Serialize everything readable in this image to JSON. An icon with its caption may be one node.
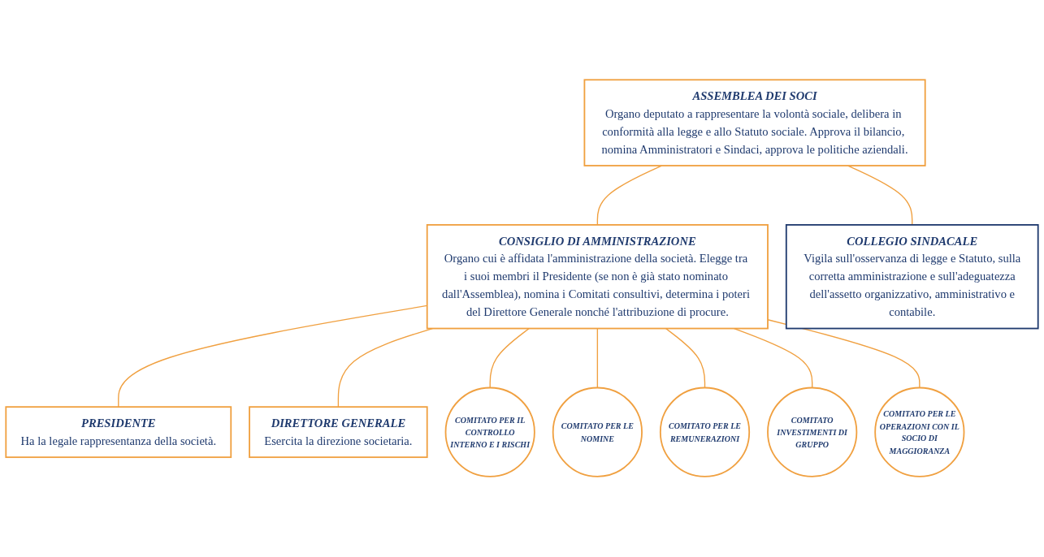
{
  "diagram": {
    "nodes": [
      {
        "text": [
          "ASSEMBLEA DEI SOCI",
          "Organo deputato a rappresentare la volontà sociale, delibera in conformità alla legge e allo Statuto sociale. Approva il bilancio, nomina Amministratori e Sindaci, approva le politiche aziendali."
        ]
      },
      {
        "text": [
          "COLLEGIO SINDACALE",
          "Vigila sull'osservanza di legge e Statuto, sulla corretta amministrazione e sull'adeguatezza dell'assetto organizzativo, amministrativo e contabile."
        ]
      },
      {
        "text": [
          "CONSIGLIO DI AMMINISTRAZIONE",
          "Organo cui è affidata l'amministrazione della società. Elegge tra i suoi membri il Presidente (se non è già stato nominato dall'Assemblea), nomina i Comitati consultivi, determina i poteri del Direttore Generale nonché l'attribuzione di procure."
        ]
      },
      {
        "text": [
          "PRESIDENTE",
          "Ha la legale rappresentanza della società."
        ]
      },
      {
        "text": [
          "DIRETTORE GENERALE",
          "Esercita la direzione societaria."
        ]
      },
      {
        "text": [
          "COMITATO PER IL CONTROLLO INTERNO E I RISCHI"
        ]
      },
      {
        "text": [
          "COMITATO PER LE NOMINE"
        ]
      },
      {
        "text": [
          "COMITATO PER LE REMUNERAZIONI"
        ]
      },
      {
        "text": [
          "COMITATO INVESTIMENTI DI GRUPPO"
        ]
      },
      {
        "text": [
          "COMITATO PER LE OPERAZIONI CON IL SOCIO DI MAGGIORANZA"
        ]
      }
    ],
    "edges": [
      {
        "from": 0,
        "to": 1,
        "arrow": "none"
      },
      {
        "from": 0,
        "to": 2,
        "arrow": "none"
      },
      {
        "from": 2,
        "to": 3,
        "arrow": "none"
      },
      {
        "from": 2,
        "to": 4,
        "arrow": "none"
      },
      {
        "from": 2,
        "to": 5,
        "arrow": "none"
      },
      {
        "from": 2,
        "to": 6,
        "arrow": "none"
      },
      {
        "from": 2,
        "to": 7,
        "arrow": "none"
      },
      {
        "from": 2,
        "to": 8,
        "arrow": "none"
      },
      {
        "from": 2,
        "to": 9,
        "arrow": "none"
      }
    ]
  }
}
